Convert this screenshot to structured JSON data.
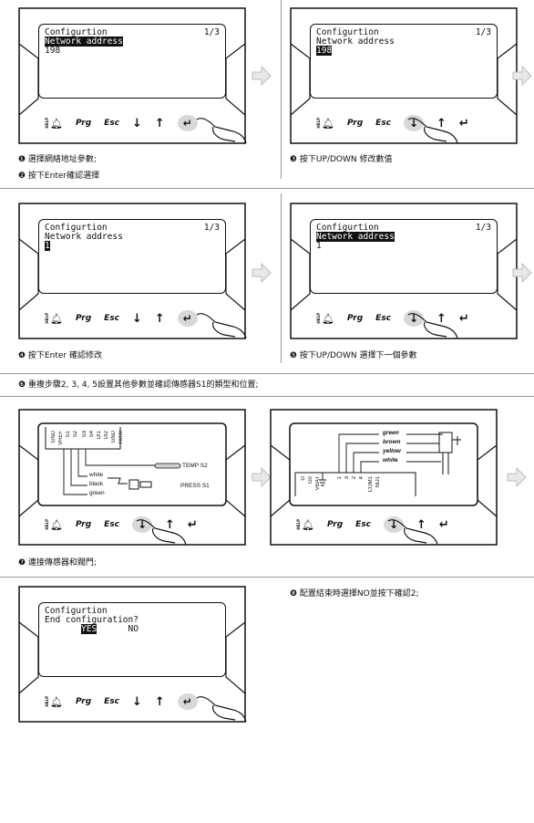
{
  "screens": {
    "s1": {
      "title": "Configurtion",
      "page": "1/3",
      "line2": "Network address",
      "line3": "198"
    },
    "s2": {
      "title": "Configurtion",
      "page": "1/3",
      "line2": "Network address",
      "line3": "198"
    },
    "s3": {
      "title": "Configurtion",
      "page": "1/3",
      "line2": "Network address",
      "line3": "1"
    },
    "s4": {
      "title": "Configurtion",
      "page": "1/3",
      "line2": "Network address",
      "line3": "1"
    },
    "s5": {
      "title": "Configurtion",
      "line2": "End configuration?",
      "yes": "YES",
      "no": "NO"
    }
  },
  "buttons": {
    "help": "HELP",
    "prg": "Prg",
    "esc": "Esc",
    "down": "↓",
    "up": "↑",
    "enter": "↵"
  },
  "captions": {
    "c1": "❶ 選擇網絡地址參數;",
    "c2": "❷ 按下Enter確認選擇",
    "c3": "❸ 按下UP/DOWN 修改數值",
    "c4": "❹ 按下Enter 確認修改",
    "c5": "❺ 按下UP/DOWN 選擇下一個參數",
    "c6": "❻ 重複步驟2, 3, 4, 5設置其他參數並確認傳感器S1的類型和位置;",
    "c7": "❼ 連接傳感器和閥門;",
    "c8": "❽ 配置結束時選擇NO並按下確認2;"
  },
  "wiring1": {
    "terminals": [
      "GND",
      "VREF",
      "S1",
      "S2",
      "S3",
      "S4",
      "DI1",
      "DI2",
      "GND",
      "Tx/Rx"
    ],
    "temp": "TEMP S2",
    "press": "PRESS S1",
    "wires": [
      "white",
      "black",
      "green"
    ]
  },
  "wiring2": {
    "terminals": [
      "G",
      "G0",
      "VBAT",
      "1",
      "3",
      "2",
      "4",
      "COM1",
      "NO1"
    ],
    "wires": [
      "green",
      "brown",
      "yellow",
      "white"
    ]
  }
}
